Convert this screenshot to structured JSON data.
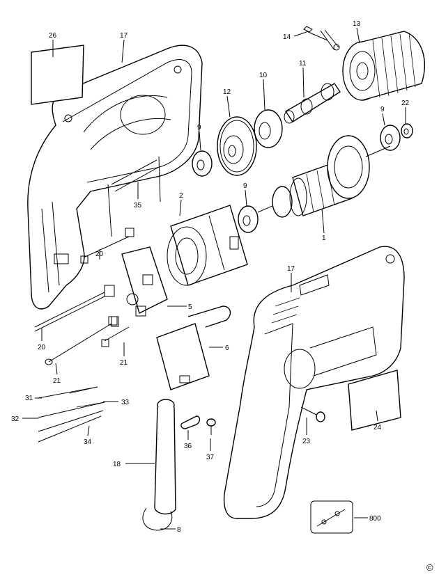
{
  "diagram": {
    "copyright": "©",
    "parts": [
      {
        "id": "p26",
        "label": "26"
      },
      {
        "id": "p17a",
        "label": "17"
      },
      {
        "id": "p14",
        "label": "14"
      },
      {
        "id": "p13",
        "label": "13"
      },
      {
        "id": "p12",
        "label": "12"
      },
      {
        "id": "p10",
        "label": "10"
      },
      {
        "id": "p11",
        "label": "11"
      },
      {
        "id": "p9a",
        "label": "9"
      },
      {
        "id": "p9b",
        "label": "9"
      },
      {
        "id": "p22",
        "label": "22"
      },
      {
        "id": "p9c",
        "label": "9"
      },
      {
        "id": "p2",
        "label": "2"
      },
      {
        "id": "p35",
        "label": "35"
      },
      {
        "id": "p1",
        "label": "1"
      },
      {
        "id": "p20a",
        "label": "20"
      },
      {
        "id": "p17b",
        "label": "17"
      },
      {
        "id": "p5",
        "label": "5"
      },
      {
        "id": "p20b",
        "label": "20"
      },
      {
        "id": "p6",
        "label": "6"
      },
      {
        "id": "p21a",
        "label": "21"
      },
      {
        "id": "p21b",
        "label": "21"
      },
      {
        "id": "p31",
        "label": "31"
      },
      {
        "id": "p33",
        "label": "33"
      },
      {
        "id": "p32",
        "label": "32"
      },
      {
        "id": "p34",
        "label": "34"
      },
      {
        "id": "p36",
        "label": "36"
      },
      {
        "id": "p37",
        "label": "37"
      },
      {
        "id": "p23",
        "label": "23"
      },
      {
        "id": "p24",
        "label": "24"
      },
      {
        "id": "p18",
        "label": "18"
      },
      {
        "id": "p8",
        "label": "8"
      },
      {
        "id": "p800",
        "label": "800"
      }
    ]
  }
}
